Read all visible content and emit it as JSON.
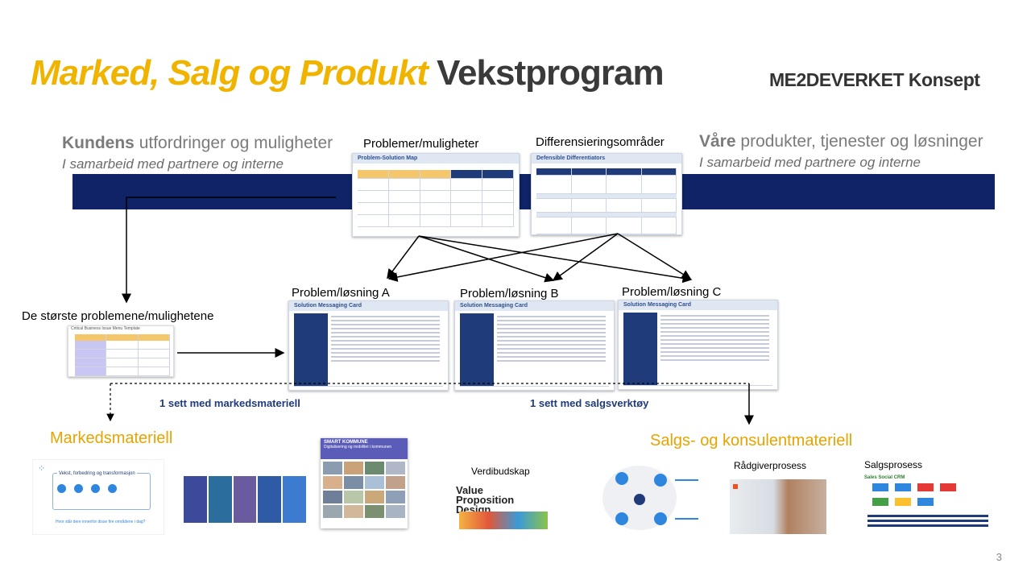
{
  "title": {
    "highlight": "Marked, Salg og Produkt",
    "rest": "Vekstprogram"
  },
  "concept": "ME2DEVERKET Konsept",
  "left_header": {
    "bold": "Kundens",
    "rest": "utfordringer og muligheter",
    "sub": "I samarbeid med partnere og interne"
  },
  "right_header": {
    "bold": "Våre",
    "rest": "produkter, tjenester og løsninger",
    "sub": "I samarbeid med partnere og interne"
  },
  "labels": {
    "problems": "Problemer/muligheter",
    "diff": "Differensieringsområder",
    "biggest": "De største problemene/mulighetene",
    "sol_a": "Problem/løsning A",
    "sol_b": "Problem/løsning B",
    "sol_c": "Problem/løsning C"
  },
  "thumb_titles": {
    "psm": "Problem-Solution Map",
    "dd": "Defensible Differentiators",
    "cbi": "Critical Business Issue Menu Template",
    "smc": "Solution Messaging Card"
  },
  "captions": {
    "market_set": "1 sett med markedsmateriell",
    "sales_set": "1 sett med salgsverktøy"
  },
  "sections": {
    "market": "Markedsmateriell",
    "sales": "Salgs- og konsulentmateriell"
  },
  "assets": {
    "growth": "Vekst, forbedring og transformasjon",
    "growth_q": "Hvor står dere innenfor disse fire områdene i dag?",
    "smart": "SMART KOMMUNE",
    "smart_sub": "Digitalisering og mobilitet i kommunen",
    "vp_label": "Verdibudskap",
    "vp_book": "Value Proposition Design",
    "advisory": "Rådgiverprosess",
    "sales_proc": "Salgsprosess",
    "sales_crm": "Sales Social CRM"
  },
  "page_number": "3",
  "colors": {
    "accent": "#f0b400",
    "navy": "#0f2366",
    "section": "#e6a400"
  }
}
